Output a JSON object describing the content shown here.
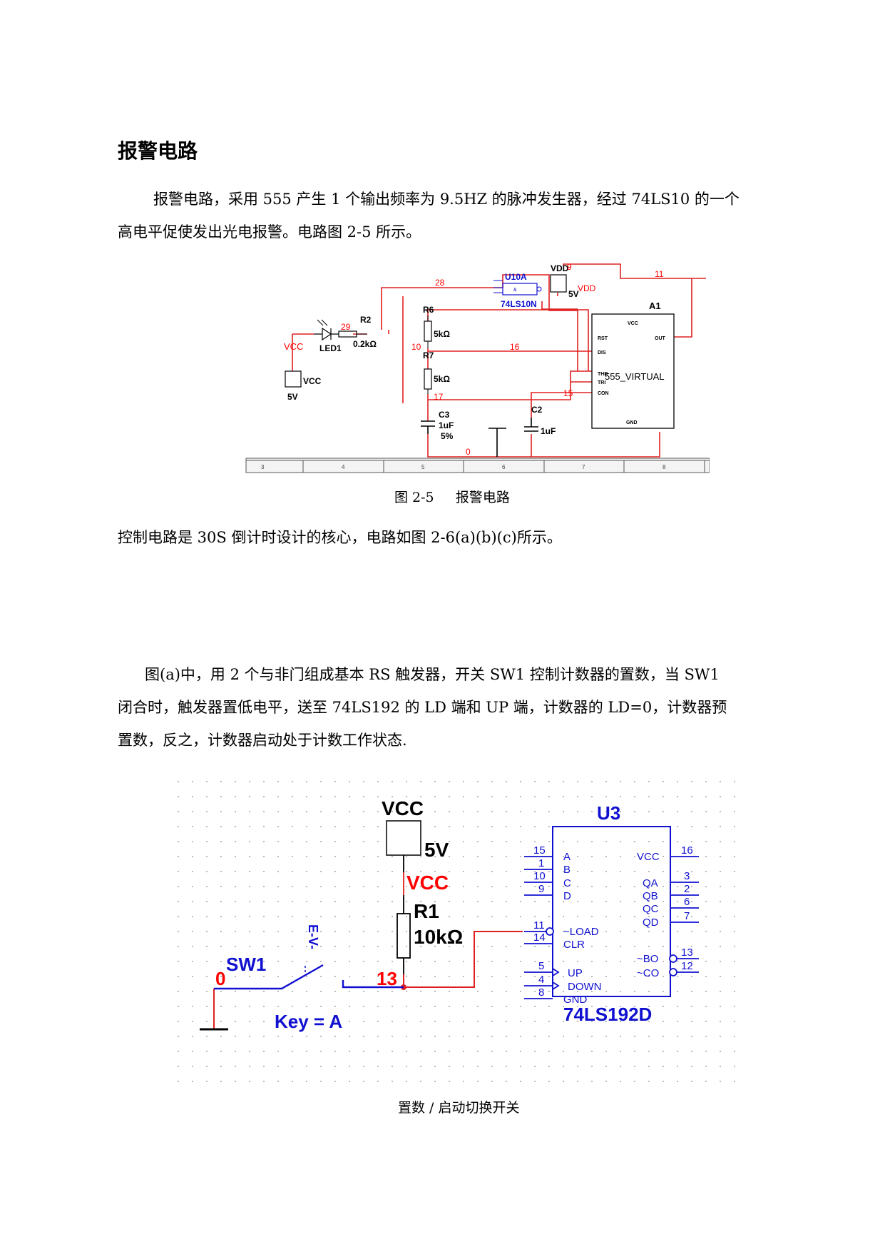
{
  "heading": "报警电路",
  "para1": {
    "line1": "报警电路，采用 555 产生 1 个输出频率为 9.5HZ 的脉冲发生器，经过 74LS10 的一个",
    "line2": "高电平促使发出光电报警。电路图 2-5 所示。"
  },
  "fig1": {
    "caption": "图 2-5     报警电路",
    "labels": {
      "u10a": "U10A",
      "u10a_part": "74LS10N",
      "vdd_box": "VDD",
      "vdd_5v": "5V",
      "vdd_net": "VDD",
      "a1": "A1",
      "timer": "555_VIRTUAL",
      "pin_vcc": "VCC",
      "pin_rst": "RST",
      "pin_out": "OUT",
      "pin_dis": "DIS",
      "pin_thr": "THR",
      "pin_tri": "TRI",
      "pin_con": "CON",
      "pin_gnd": "GND",
      "r6": "R6",
      "r6_val": "5kΩ",
      "r7": "R7",
      "r7_val": "5kΩ",
      "c3": "C3",
      "c3_val": "1uF",
      "c3_tol": "5%",
      "c2": "C2",
      "c2_val": "1uF",
      "r2": "R2",
      "r2_val": "0.2kΩ",
      "led": "LED1",
      "vcc_net": "VCC",
      "vcc_src": "VCC",
      "vcc_5v": "5V",
      "net28": "28",
      "net29": "29",
      "net9": "9",
      "net11": "11",
      "net10": "10",
      "net16": "16",
      "net15": "15",
      "net17": "17",
      "net0": "0"
    },
    "ruler": [
      "3",
      "4",
      "5",
      "6",
      "7",
      "8"
    ]
  },
  "para2": "控制电路是 30S 倒计时设计的核心，电路如图 2-6(a)(b)(c)所示。",
  "para3": {
    "line1": "图(a)中，用 2 个与非门组成基本 RS 触发器，开关 SW1 控制计数器的置数，当 SW1",
    "line2": "闭合时，触发器置低电平，送至 74LS192 的 LD 端和 UP 端，计数器的 LD=0，计数器预",
    "line3": "置数，反之，计数器启动处于计数工作状态."
  },
  "fig2": {
    "caption": "置数 / 启动切换开关",
    "labels": {
      "vcc_top": "VCC",
      "v5": "5V",
      "vcc_net": "VCC",
      "r1": "R1",
      "r1_val": "10kΩ",
      "sw1": "SW1",
      "net0": "0",
      "net13": "13",
      "key": "Key = A",
      "ev": "E-V-",
      "u3": "U3",
      "part": "74LS192D",
      "pin_a": "A",
      "pin_b": "B",
      "pin_c": "C",
      "pin_d": "D",
      "pin_load": "~LOAD",
      "pin_clr": "CLR",
      "pin_up": "UP",
      "pin_down": "DOWN",
      "pin_gnd": "GND",
      "pin_vcc": "VCC",
      "pin_qa": "QA",
      "pin_qb": "QB",
      "pin_qc": "QC",
      "pin_qd": "QD",
      "pin_bo": "~BO",
      "pin_co": "~CO",
      "n15": "15",
      "n1": "1",
      "n10": "10",
      "n9": "9",
      "n11": "11",
      "n14": "14",
      "n5": "5",
      "n4": "4",
      "n8": "8",
      "n16": "16",
      "n3": "3",
      "n2": "2",
      "n6": "6",
      "n7": "7",
      "n13": "13",
      "n12": "12"
    }
  },
  "colors": {
    "wire": "#e02020",
    "netlabel": "#ff0000",
    "part": "#000000",
    "blue": "#1010d0",
    "grid": "#888888"
  }
}
